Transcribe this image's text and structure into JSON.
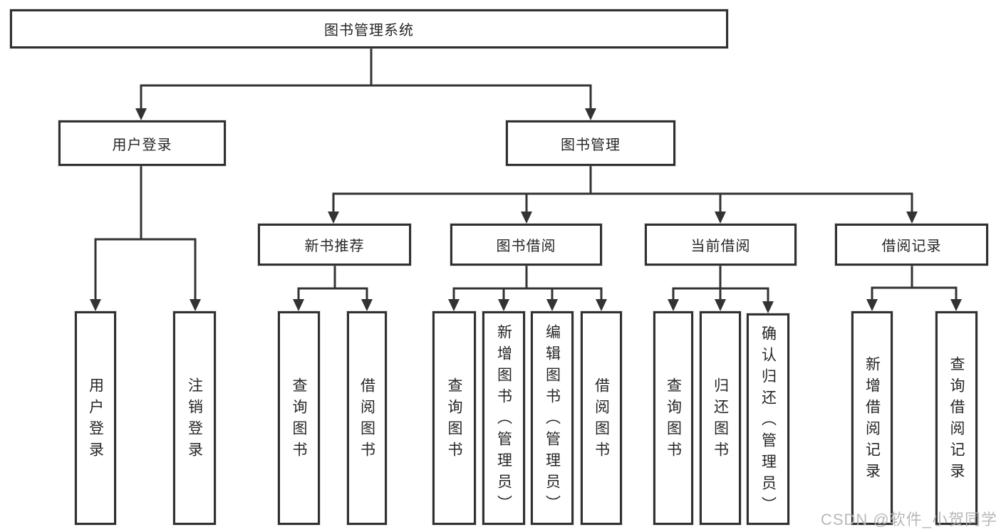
{
  "tree": {
    "root": "图书管理系统",
    "branches": [
      {
        "label": "用户登录",
        "leaves": [
          "用户登录",
          "注销登录"
        ]
      },
      {
        "label": "图书管理",
        "children": [
          {
            "label": "新书推荐",
            "leaves": [
              "查询图书",
              "借阅图书"
            ]
          },
          {
            "label": "图书借阅",
            "leaves": [
              "查询图书",
              "新增图书（管理员）",
              "编辑图书（管理员）",
              "借阅图书"
            ]
          },
          {
            "label": "当前借阅",
            "leaves": [
              "查询图书",
              "归还图书",
              "确认归还（管理员）"
            ]
          },
          {
            "label": "借阅记录",
            "leaves": [
              "新增借阅记录",
              "查询借阅记录"
            ]
          }
        ]
      }
    ]
  },
  "watermark": "CSDN @软件_小贺同学",
  "colors": {
    "line": "#333333",
    "box_border": "#303030",
    "text": "#262626",
    "background": "#ffffff",
    "watermark": "#b2b2b2"
  }
}
